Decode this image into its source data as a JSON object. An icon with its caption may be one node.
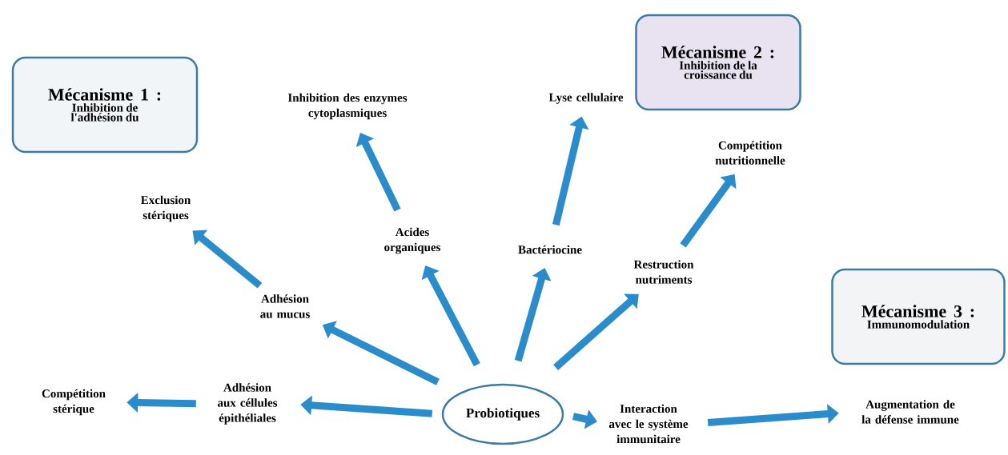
{
  "diagram": {
    "nodes": [
      {
        "text": [
          "Probiotiques"
        ]
      },
      {
        "text": [
          "Mécanisme 1 :",
          "Inhibition de l'adhésion du"
        ]
      },
      {
        "text": [
          "Mécanisme 2 :",
          "Inhibition de la croissance du"
        ]
      },
      {
        "text": [
          "Mécanisme 3 :",
          "Immunomodulation"
        ]
      },
      {
        "text": [
          "Compétition stérique"
        ]
      },
      {
        "text": [
          "Adhésion aux céllules épithéliales"
        ]
      },
      {
        "text": [
          "Adhésion au mucus"
        ]
      },
      {
        "text": [
          "Exclusion stériques"
        ]
      },
      {
        "text": [
          "Acides organiques"
        ]
      },
      {
        "text": [
          "Inhibition des enzymes cytoplasmiques"
        ]
      },
      {
        "text": [
          "Bactériocine"
        ]
      },
      {
        "text": [
          "Lyse cellulaire"
        ]
      },
      {
        "text": [
          "Restruction nutriments"
        ]
      },
      {
        "text": [
          "Compétition nutritionnelle"
        ]
      },
      {
        "text": [
          "Interaction avec le système immunitaire"
        ]
      },
      {
        "text": [
          "Augmentation de la défense immune"
        ]
      }
    ],
    "edges": [
      {
        "from": 0,
        "to": 5,
        "arrow": "to"
      },
      {
        "from": 5,
        "to": 4,
        "arrow": "to"
      },
      {
        "from": 0,
        "to": 6,
        "arrow": "to"
      },
      {
        "from": 6,
        "to": 7,
        "arrow": "to"
      },
      {
        "from": 0,
        "to": 8,
        "arrow": "to"
      },
      {
        "from": 8,
        "to": 9,
        "arrow": "to"
      },
      {
        "from": 0,
        "to": 10,
        "arrow": "to"
      },
      {
        "from": 10,
        "to": 11,
        "arrow": "to"
      },
      {
        "from": 0,
        "to": 12,
        "arrow": "to"
      },
      {
        "from": 12,
        "to": 13,
        "arrow": "to"
      },
      {
        "from": 0,
        "to": 14,
        "arrow": "to"
      },
      {
        "from": 14,
        "to": 15,
        "arrow": "to"
      }
    ]
  }
}
